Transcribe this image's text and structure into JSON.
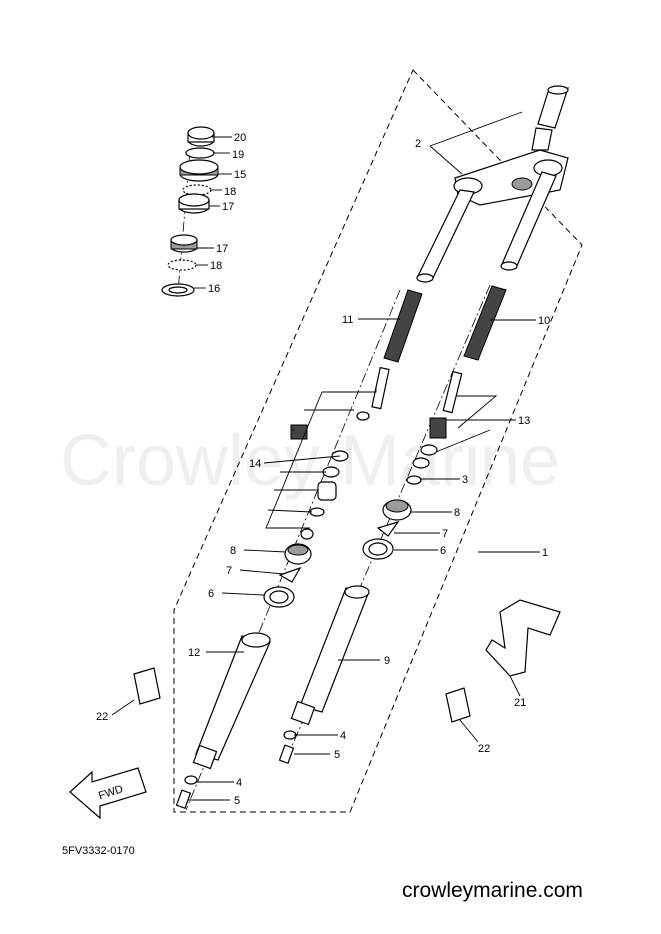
{
  "watermark": "Crowley Marine",
  "diagram_code": "5FV3332-0170",
  "footer_site": "crowleymarine.com",
  "fwd_label": "FWD",
  "callouts": {
    "c1": "1",
    "c2": "2",
    "c3": "3",
    "c4a": "4",
    "c4b": "4",
    "c5a": "5",
    "c5b": "5",
    "c6a": "6",
    "c6b": "6",
    "c7a": "7",
    "c7b": "7",
    "c8a": "8",
    "c8b": "8",
    "c9": "9",
    "c10": "10",
    "c11": "11",
    "c12": "12",
    "c13": "13",
    "c14": "14",
    "c15": "15",
    "c16": "16",
    "c17a": "17",
    "c17b": "17",
    "c18a": "18",
    "c18b": "18",
    "c19": "19",
    "c20": "20",
    "c21": "21",
    "c22a": "22",
    "c22b": "22"
  }
}
